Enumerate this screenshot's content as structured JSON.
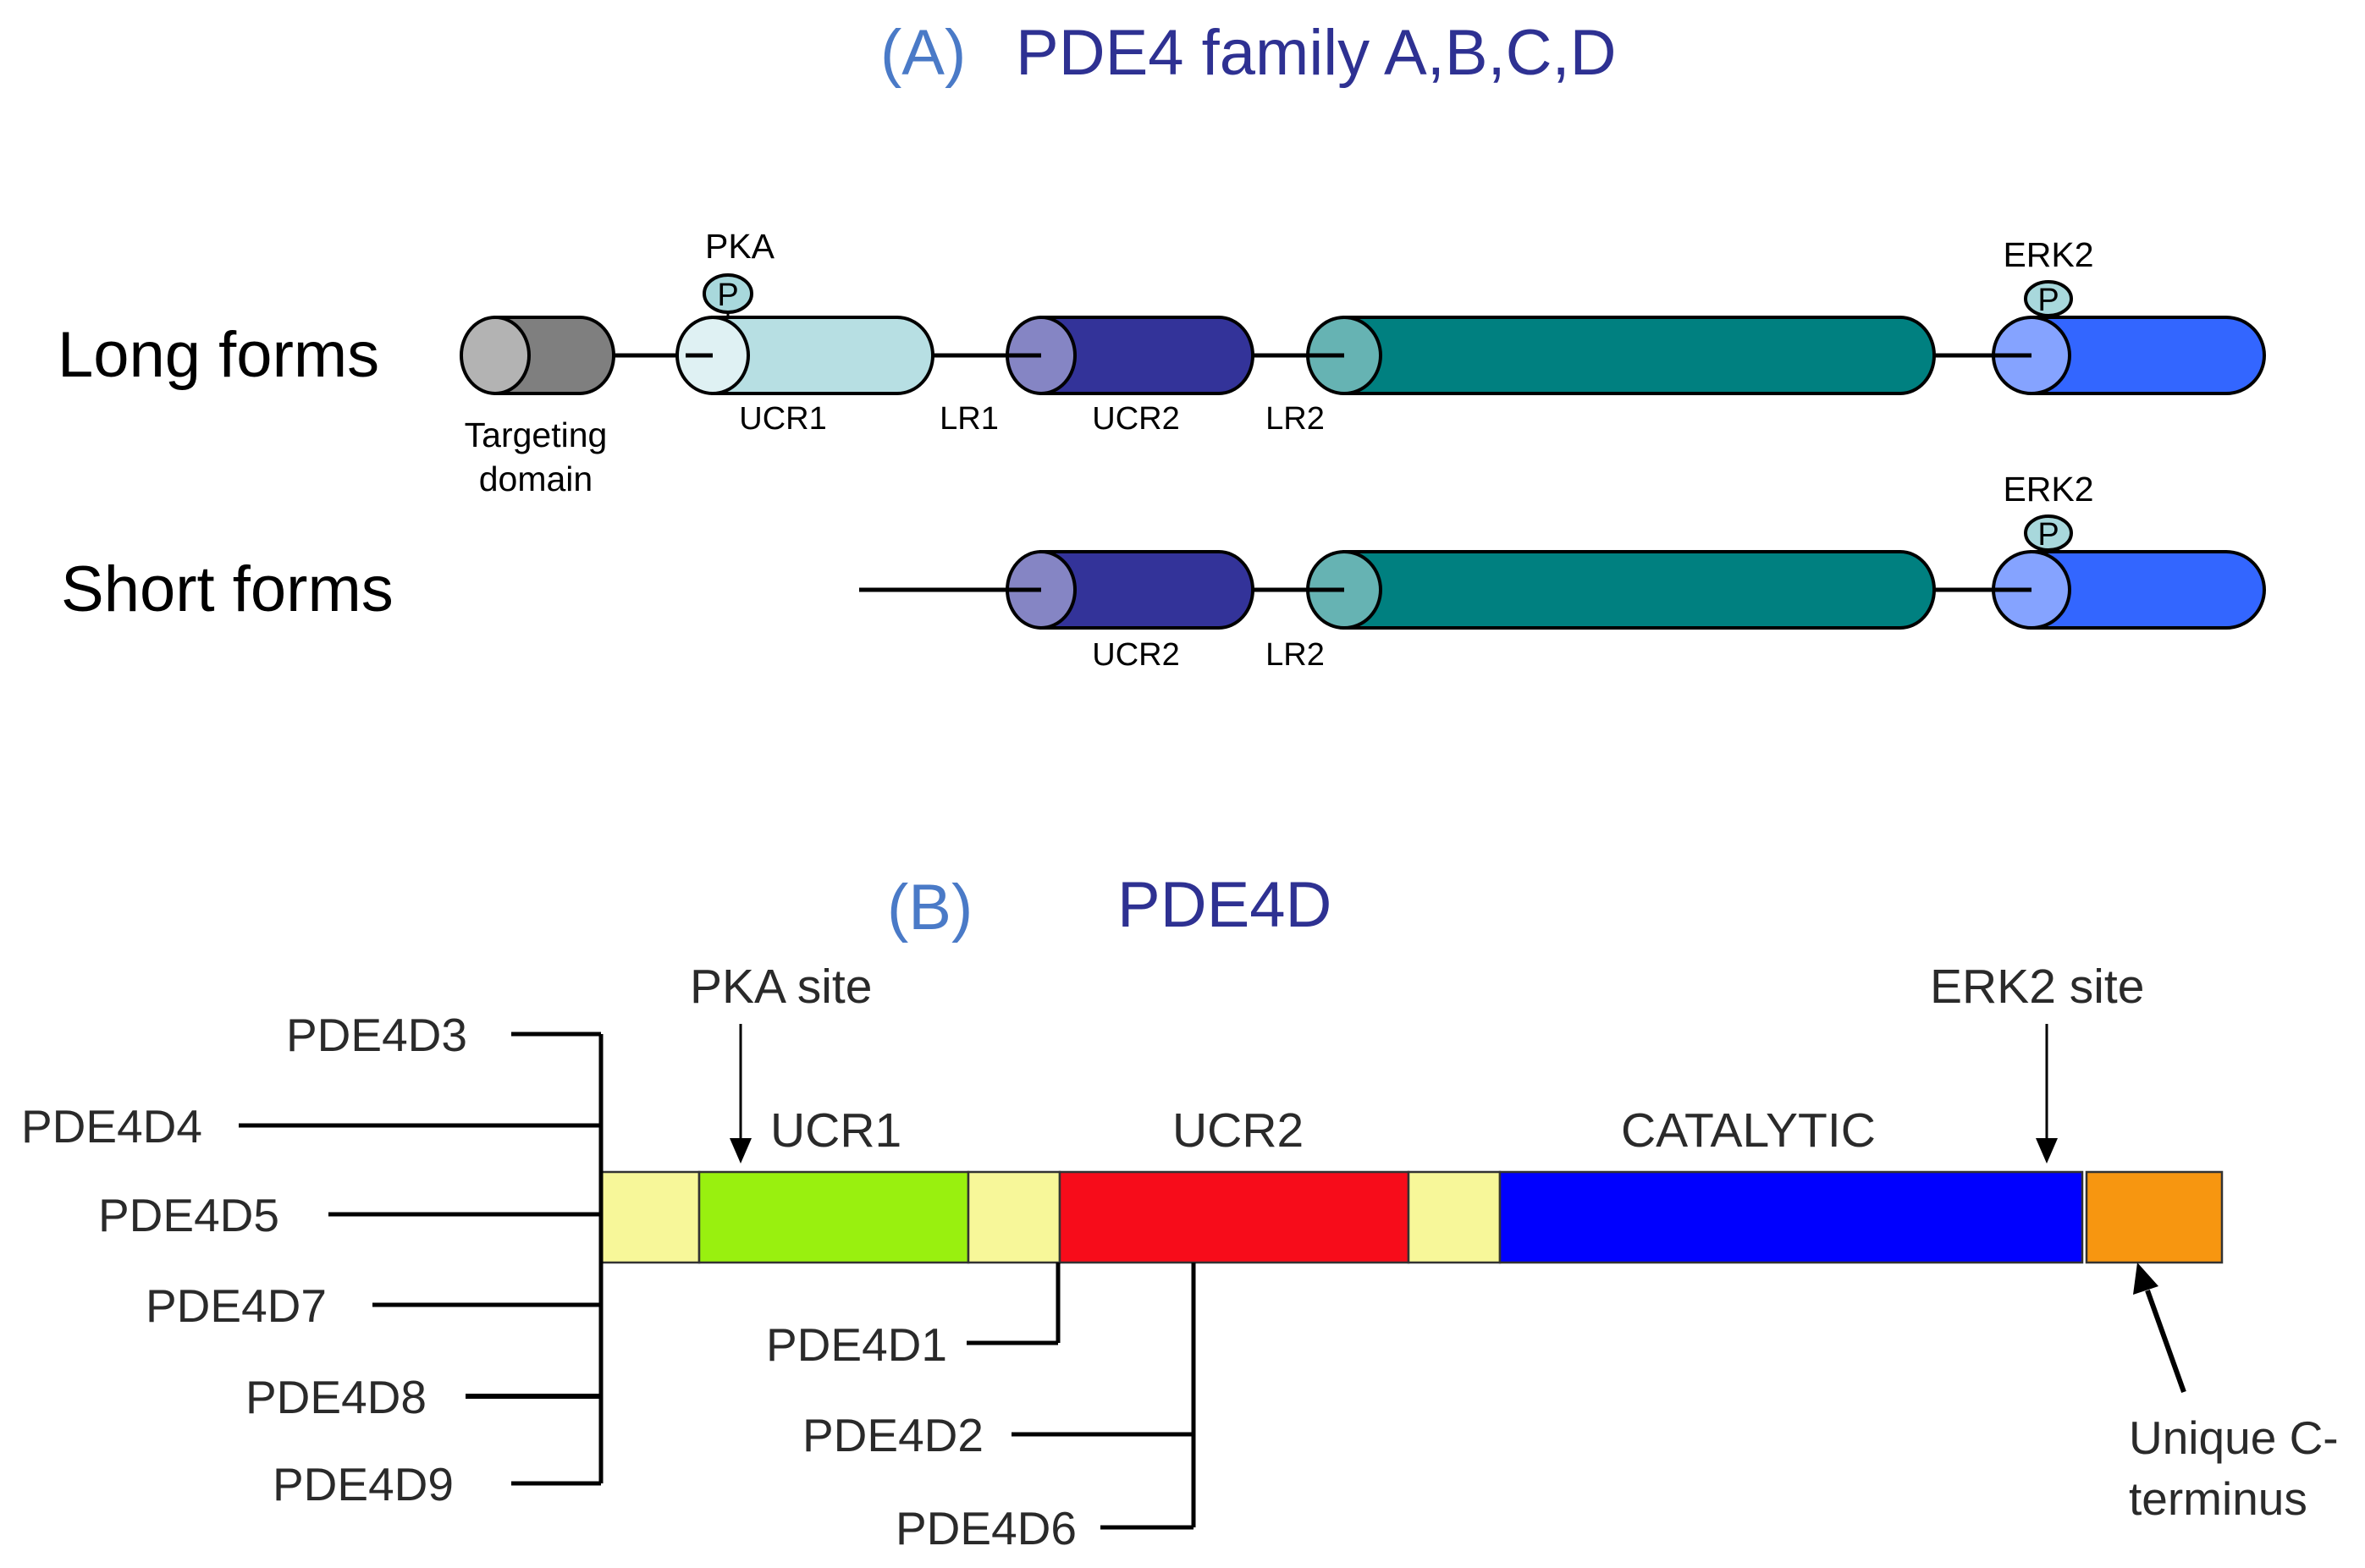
{
  "panel_a": {
    "letter": "(A)",
    "title": "PDE4 family A,B,C,D",
    "long_label": "Long forms",
    "short_label": "Short forms",
    "targeting_line1": "Targeting",
    "targeting_line2": "domain",
    "pka": "PKA",
    "erk2_long": "ERK2",
    "erk2_short": "ERK2",
    "p_symbol": "P",
    "ucr1": "UCR1",
    "lr1": "LR1",
    "ucr2": "UCR2",
    "lr2": "LR2",
    "short_ucr2": "UCR2",
    "short_lr2": "LR2"
  },
  "panel_b": {
    "letter": "(B)",
    "title": "PDE4D",
    "pka_site": "PKA site",
    "erk2_site": "ERK2 site",
    "ucr1": "UCR1",
    "ucr2": "UCR2",
    "catalytic": "CATALYTIC",
    "unique_line1": "Unique C-",
    "unique_line2": "terminus",
    "long_isoforms": [
      "PDE4D3",
      "PDE4D4",
      "PDE4D5",
      "PDE4D7",
      "PDE4D8",
      "PDE4D9"
    ],
    "short_isoforms": [
      "PDE4D1",
      "PDE4D2",
      "PDE4D6"
    ]
  },
  "colors": {
    "title": "#2e3192",
    "panel_letter": "#4a7ac7",
    "targeting": "#7f7f7f",
    "ucr1_a": "#b7dfe3",
    "ucr2_a": "#333399",
    "catalytic_a": "#008080",
    "cterm_a": "#3366ff",
    "phospho": "#a8d8dc",
    "linker_b": "#f7f799",
    "ucr1_b": "#99f00f",
    "ucr2_b": "#f70c1a",
    "catalytic_b": "#0000ff",
    "cterm_b": "#f79610"
  }
}
